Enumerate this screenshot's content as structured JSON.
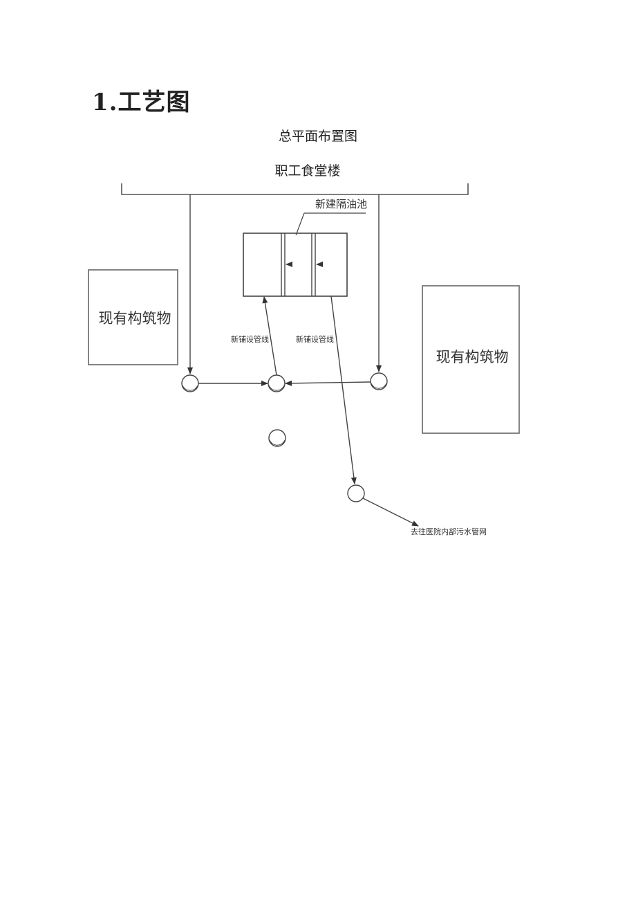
{
  "section_heading": "1.工艺图",
  "diagram": {
    "title": "总平面布置图",
    "building_label": "职工食堂楼",
    "new_tank_label": "新建隔油池",
    "existing_building_left": "现有构筑物",
    "existing_building_right": "现有构筑物",
    "pipe_label_left": "新铺设管线",
    "pipe_label_right": "新铺设管线",
    "outlet_label": "去往医院内部污水管网"
  }
}
